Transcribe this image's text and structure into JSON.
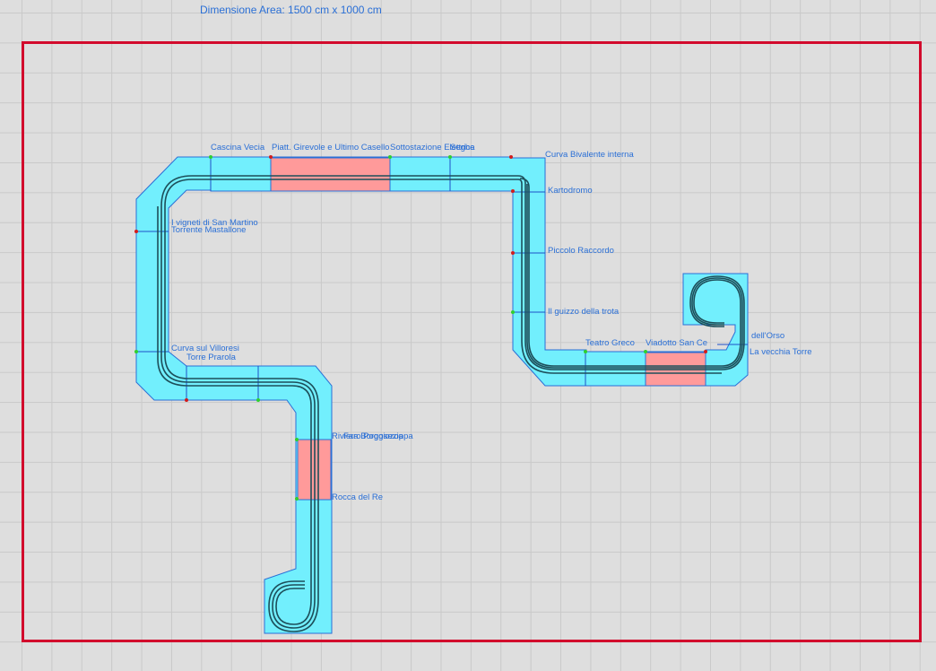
{
  "header": {
    "area_label": "Dimensione Area: 1500 cm x 1000 cm"
  },
  "colors": {
    "area_border": "#d20a2c",
    "track_bed": "#72effd",
    "highlight_segment": "#ff9a9a",
    "label_text": "#2a6fd6",
    "rail": "#1d4f5a",
    "joint_ok": "#2fcf2f",
    "joint_open": "#d21c1c"
  },
  "track_labels": [
    "Cascina Vecia",
    "Piatt. Girevole e Ultimo Casello",
    "Sottostazione Elettrica",
    "Seghe",
    "Curva Bivalente interna",
    "Kartodromo",
    "Piccolo Raccordo",
    "Il guizzo della trota",
    "Teatro Greco",
    "Viadotto San Ce",
    "dell'Orso",
    "La vecchia Torre",
    "I vigneti di San Martino",
    "Torrente Mastallone",
    "Curva sul Villoresi",
    "Torre Prarola",
    "Riviera Borgosezia",
    "Faro Poggiozoppa",
    "Rocca del Re"
  ]
}
